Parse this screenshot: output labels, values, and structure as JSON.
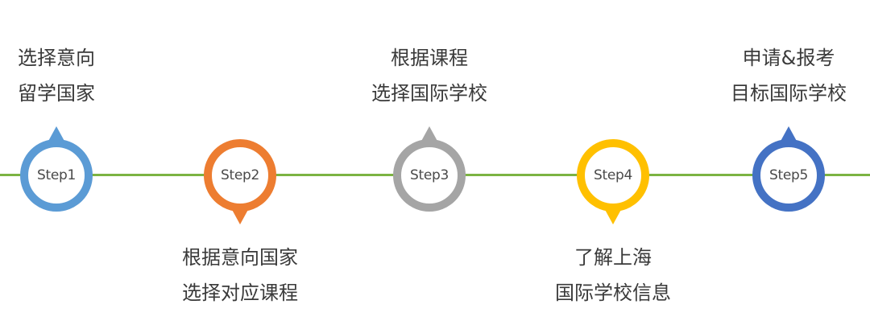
{
  "colors": {
    "line": "#7cb342",
    "step1": "#5b9bd5",
    "step2": "#ed7d31",
    "step3": "#a5a5a5",
    "step4": "#ffc000",
    "step5": "#4472c4"
  },
  "steps": [
    {
      "label": "Step1",
      "caption": [
        "选择意向",
        "留学国家"
      ],
      "pointer": "up",
      "caption_position": "above"
    },
    {
      "label": "Step2",
      "caption": [
        "根据意向国家",
        "选择对应课程"
      ],
      "pointer": "down",
      "caption_position": "below"
    },
    {
      "label": "Step3",
      "caption": [
        "根据课程",
        "选择国际学校"
      ],
      "pointer": "up",
      "caption_position": "above"
    },
    {
      "label": "Step4",
      "caption": [
        "了解上海",
        "国际学校信息"
      ],
      "pointer": "down",
      "caption_position": "below"
    },
    {
      "label": "Step5",
      "caption": [
        "申请&报考",
        "目标国际学校"
      ],
      "pointer": "up",
      "caption_position": "above"
    }
  ]
}
